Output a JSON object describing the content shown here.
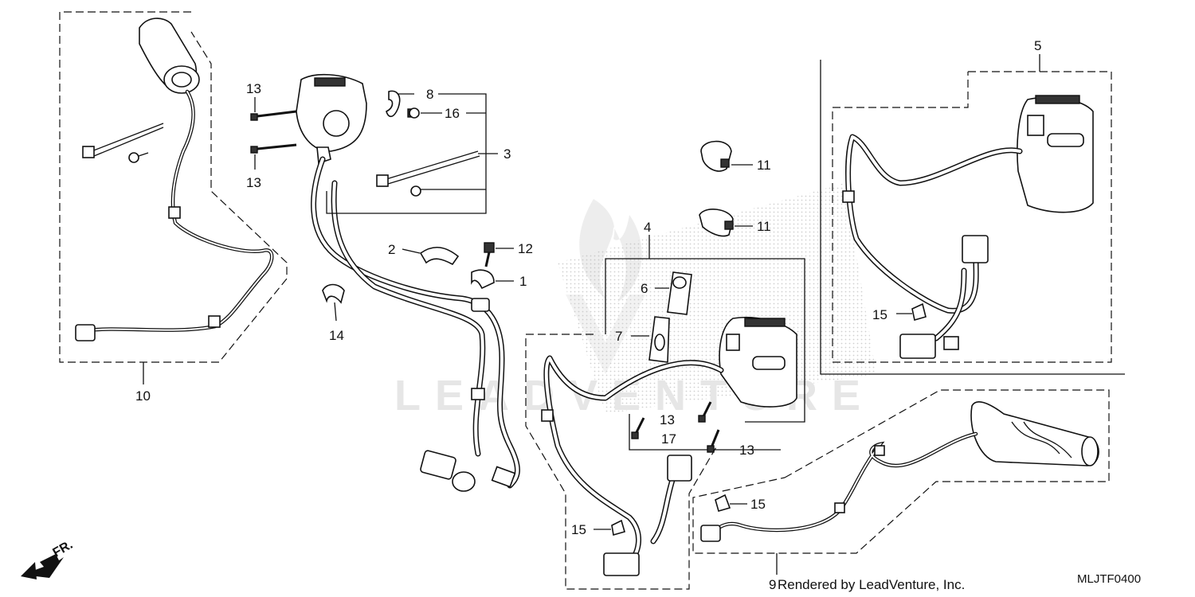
{
  "callouts": {
    "c1": "1",
    "c2": "2",
    "c3": "3",
    "c4": "4",
    "c5": "5",
    "c6": "6",
    "c7": "7",
    "c8": "8",
    "c9": "9",
    "c10": "10",
    "c11": "11",
    "c12": "12",
    "c13": "13",
    "c14": "14",
    "c15": "15",
    "c16": "16",
    "c17": "17"
  },
  "watermark": "LEADVENTURE",
  "credit": "Rendered by LeadVenture, Inc.",
  "diagram_code": "MLJTF0400",
  "front_indicator": "FR."
}
